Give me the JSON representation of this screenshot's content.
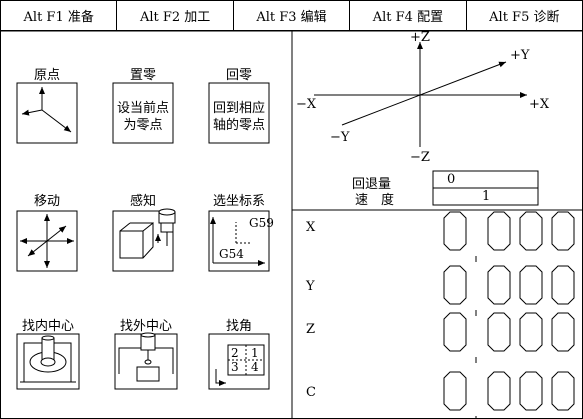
{
  "tabs": [
    {
      "label": "Alt F1 准备"
    },
    {
      "label": "Alt F2 加工"
    },
    {
      "label": "Alt F3 编辑"
    },
    {
      "label": "Alt F4 配置"
    },
    {
      "label": "Alt F5 诊断"
    }
  ],
  "functions": {
    "origin": {
      "label": "原点",
      "icon": "axes-origin-icon"
    },
    "set_zero": {
      "label": "置零",
      "line1": "设当前点",
      "line2": "为零点"
    },
    "return_zero": {
      "label": "回零",
      "line1": "回到相应",
      "line2": "轴的零点"
    },
    "move": {
      "label": "移动",
      "icon": "move-arrows-icon"
    },
    "sense": {
      "label": "感知",
      "icon": "probe-icon"
    },
    "select_coord": {
      "label": "选坐标系",
      "g59": "G59",
      "g54": "G54"
    },
    "find_inner_center": {
      "label": "找内中心",
      "icon": "inner-center-icon"
    },
    "find_outer_center": {
      "label": "找外中心",
      "icon": "outer-center-icon"
    },
    "find_corner": {
      "label": "找角",
      "c1": "1",
      "c2": "2",
      "c3": "3",
      "c4": "4"
    }
  },
  "axes_view": {
    "plus_z": "+Z",
    "minus_z": "−Z",
    "plus_y": "+Y",
    "minus_y": "−Y",
    "plus_x": "+X",
    "minus_x": "−X"
  },
  "retract": {
    "label": "回退量",
    "value": "0"
  },
  "speed": {
    "label": "速　度",
    "value": "1"
  },
  "dro": {
    "axes": [
      {
        "name": "X"
      },
      {
        "name": "Y"
      },
      {
        "name": "Z"
      },
      {
        "name": "C"
      }
    ]
  }
}
